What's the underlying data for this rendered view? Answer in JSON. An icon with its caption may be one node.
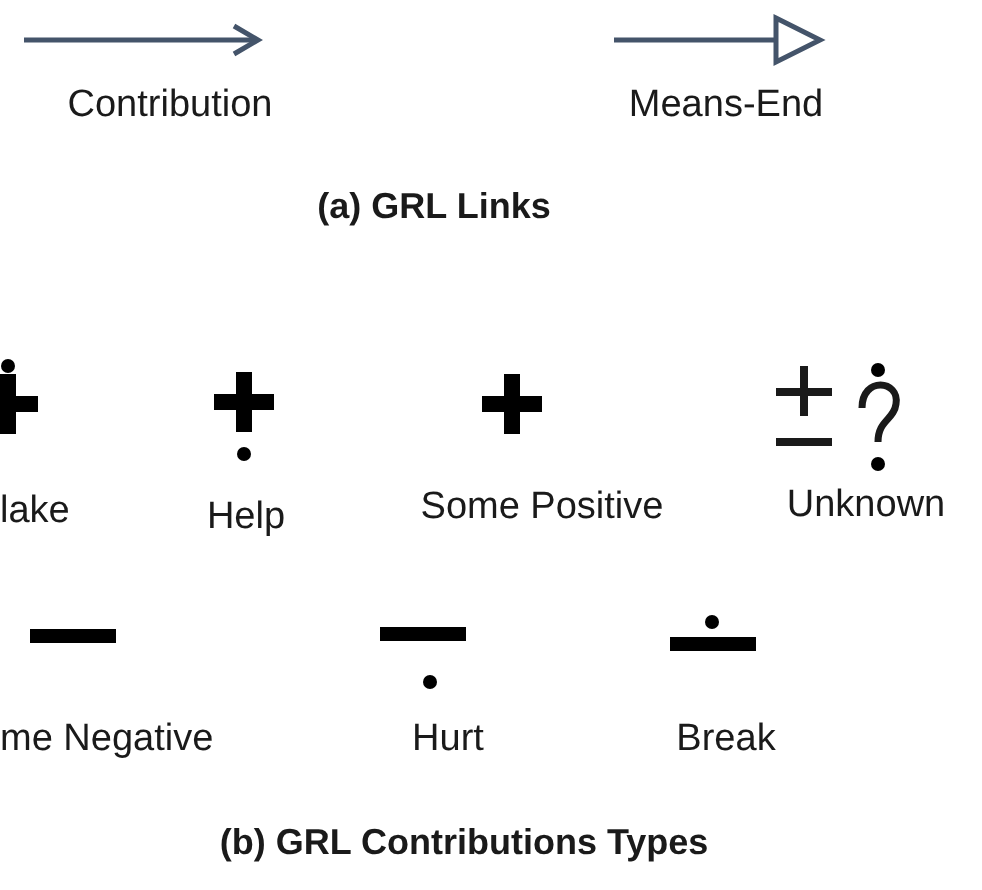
{
  "diagram": {
    "labels": [
      "Contribution",
      "Means-End",
      "(a) GRL Links",
      "lake",
      "Help",
      "Some Positive",
      "Unknown",
      "me Negative",
      "Hurt",
      "Break",
      "(b) GRL Contributions Types"
    ]
  }
}
